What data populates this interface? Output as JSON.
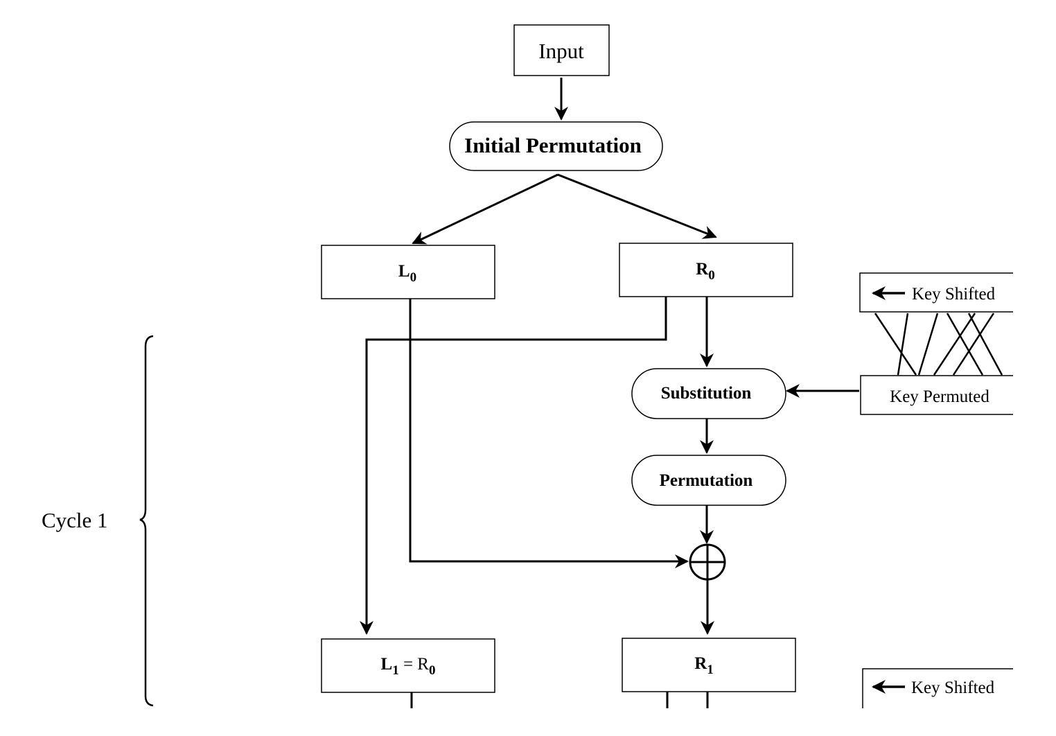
{
  "nodes": {
    "input": "Input",
    "initial_permutation": "Initial Permutation",
    "l0": {
      "main": "L",
      "sub": "0"
    },
    "r0": {
      "main": "R",
      "sub": "0"
    },
    "substitution": "Substitution",
    "permutation": "Permutation",
    "l1": {
      "main": "L",
      "sub": "1",
      "eq": " = R",
      "sub2": "0"
    },
    "r1": {
      "main": "R",
      "sub": "1"
    }
  },
  "key_boxes": {
    "key_shifted_top": "Key Shifted",
    "key_permuted": "Key Permuted",
    "key_shifted_bottom": "Key Shifted"
  },
  "cycle_label": "Cycle 1",
  "icons": {
    "xor": "circled-plus-icon",
    "arrow": "arrow-left-icon"
  }
}
